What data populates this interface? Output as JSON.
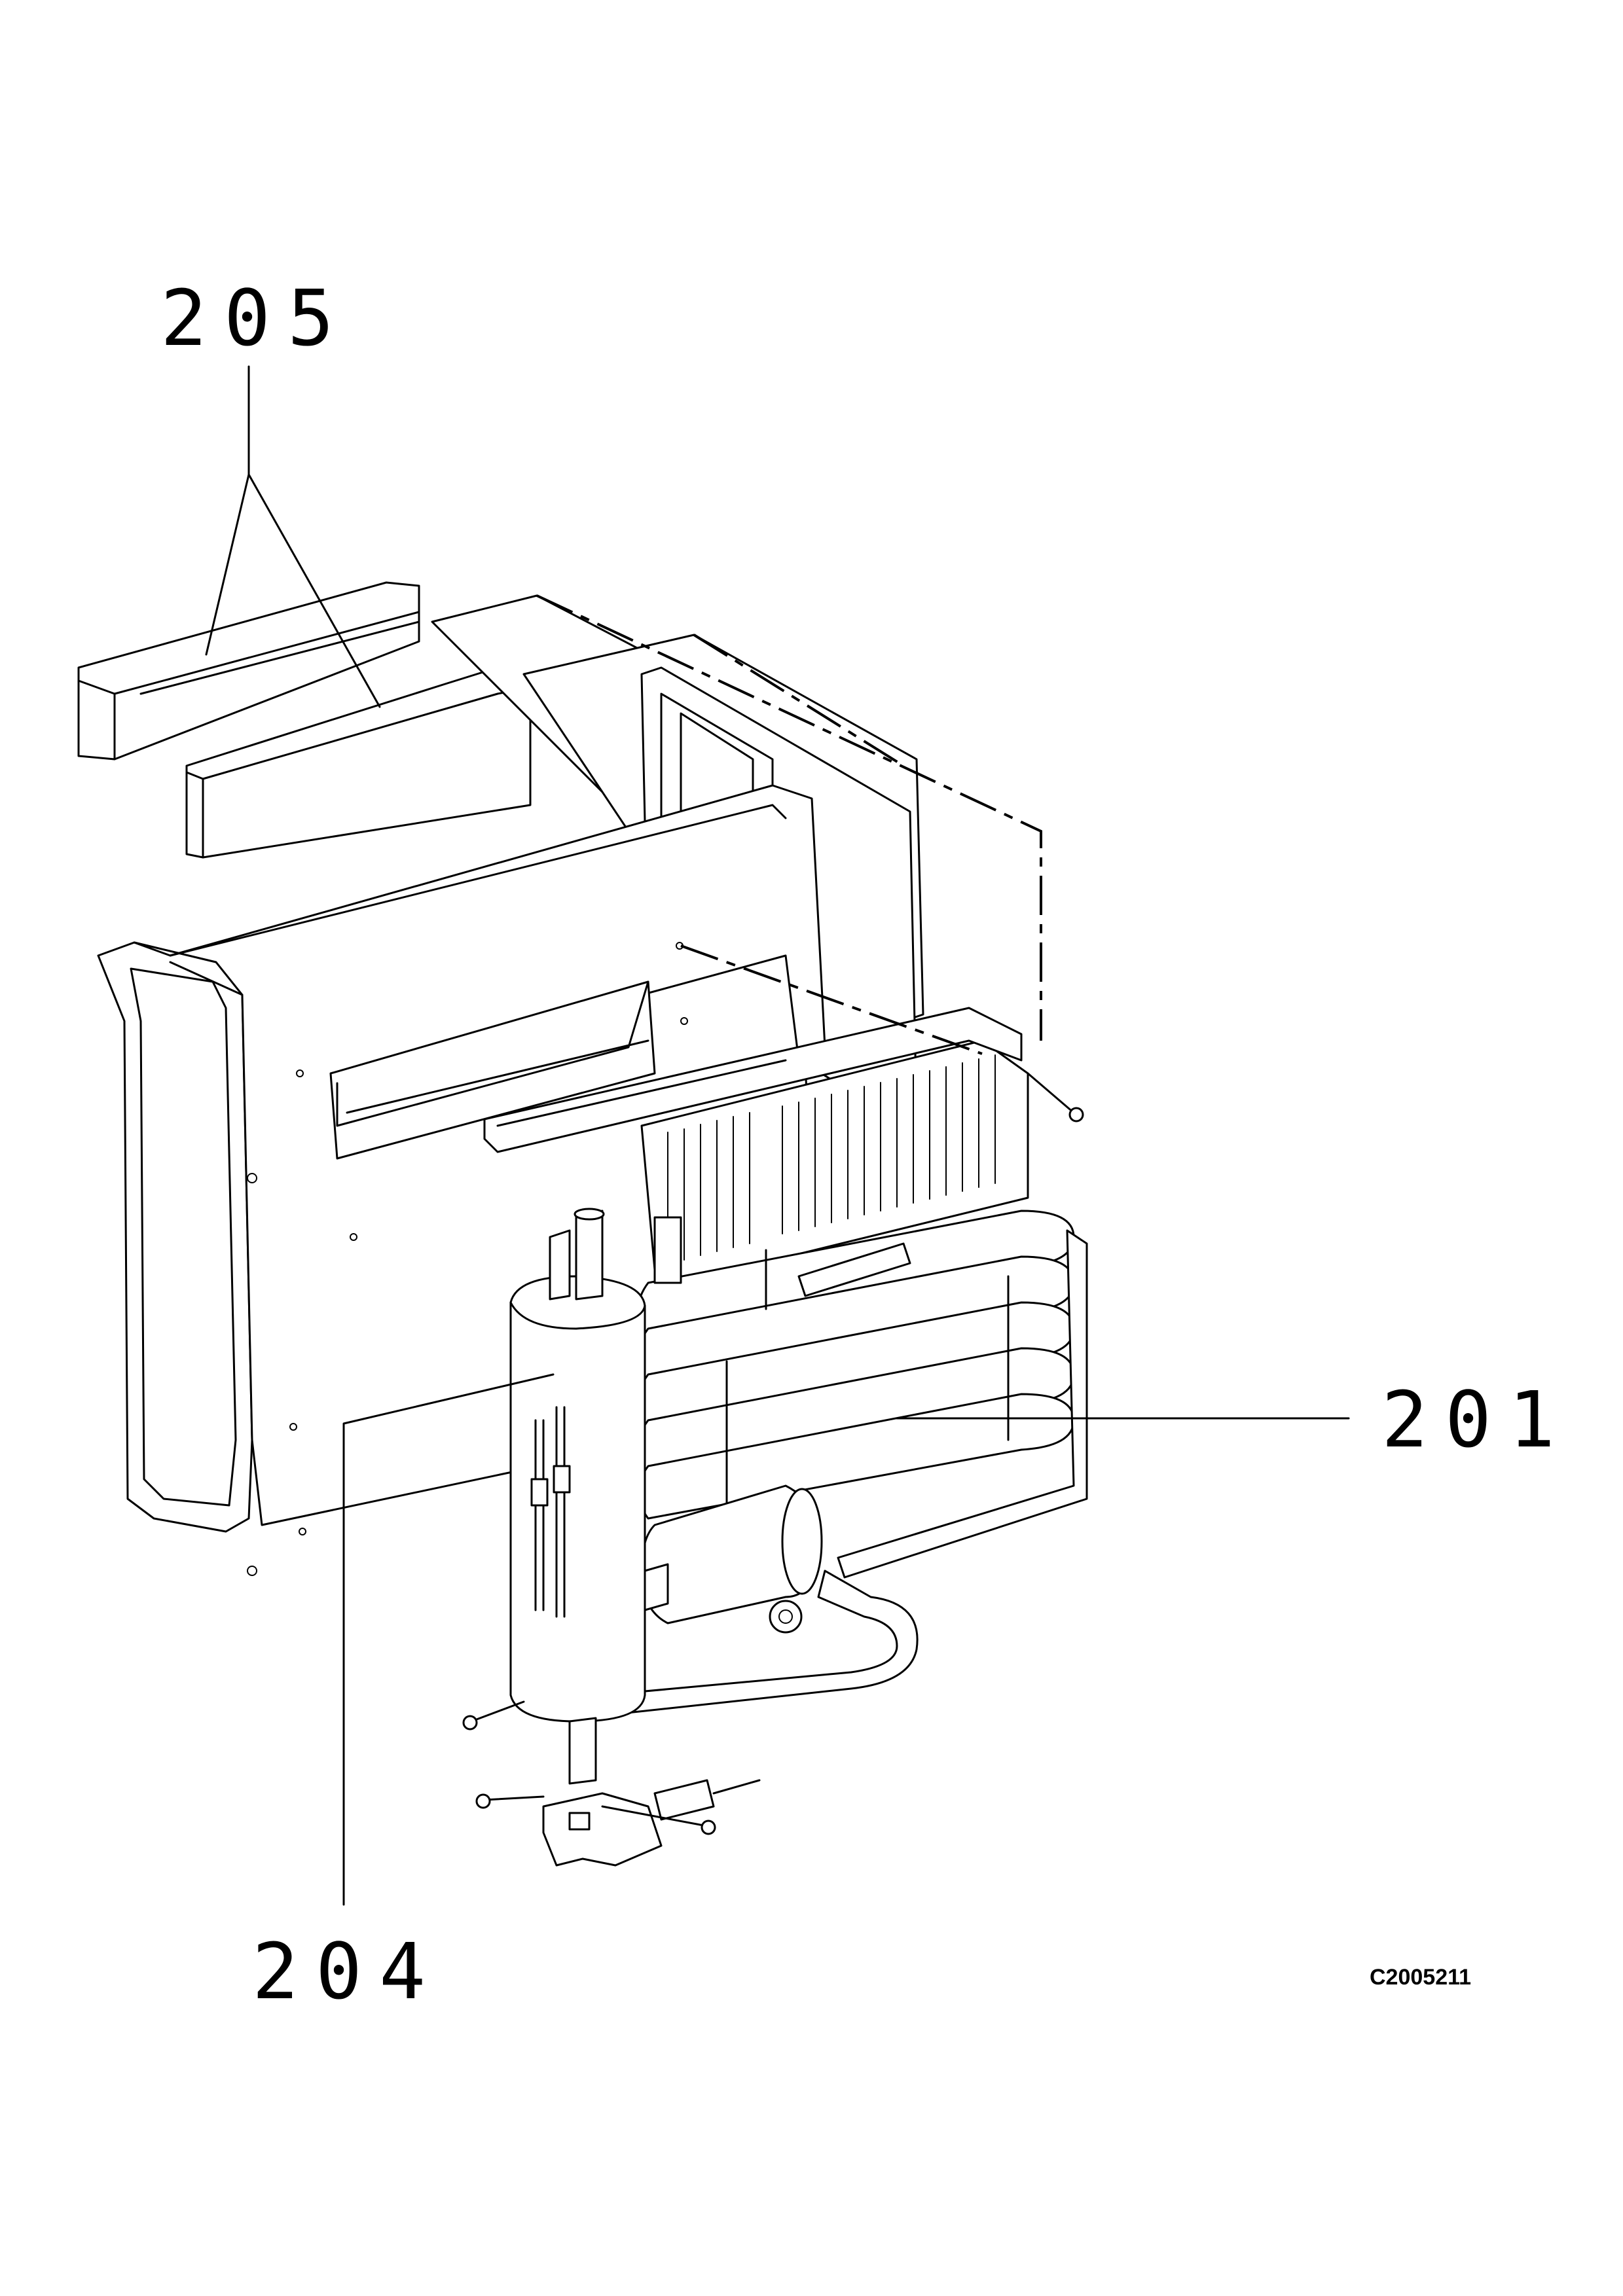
{
  "callouts": {
    "c205": "205",
    "c201": "201",
    "c204": "204"
  },
  "drawing_code": "C2005211"
}
